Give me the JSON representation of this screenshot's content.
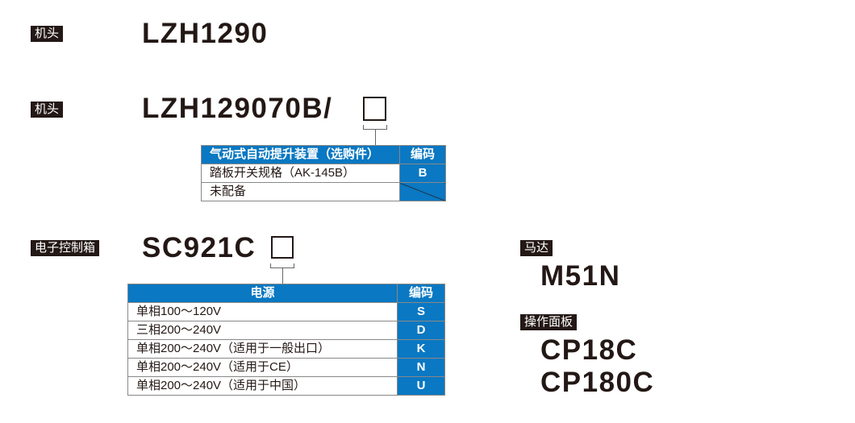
{
  "head1": {
    "tag": "机头",
    "model": "LZH1290"
  },
  "head2": {
    "tag": "机头",
    "model": "LZH129070B/",
    "table": {
      "headers": [
        "气动式自动提升装置（选购件）",
        "编码"
      ],
      "rows": [
        {
          "desc": "踏板开关规格（AK-145B）",
          "code": "B"
        },
        {
          "desc": "未配备",
          "code": ""
        }
      ]
    }
  },
  "controller": {
    "tag": "电子控制箱",
    "model": "SC921C",
    "table": {
      "headers": [
        "电源",
        "编码"
      ],
      "rows": [
        {
          "desc": "单相100～120V",
          "code": "S"
        },
        {
          "desc": "三相200～240V",
          "code": "D"
        },
        {
          "desc": "单相200～240V（适用于一般出口）",
          "code": "K"
        },
        {
          "desc": "单相200～240V（适用于CE）",
          "code": "N"
        },
        {
          "desc": "单相200～240V（适用于中国）",
          "code": "U"
        }
      ]
    }
  },
  "motor": {
    "tag": "马达",
    "model": "M51N"
  },
  "panel": {
    "tag": "操作面板",
    "models": [
      "CP18C",
      "CP180C"
    ]
  },
  "colors": {
    "accent": "#0a78c2",
    "text": "#231815"
  }
}
